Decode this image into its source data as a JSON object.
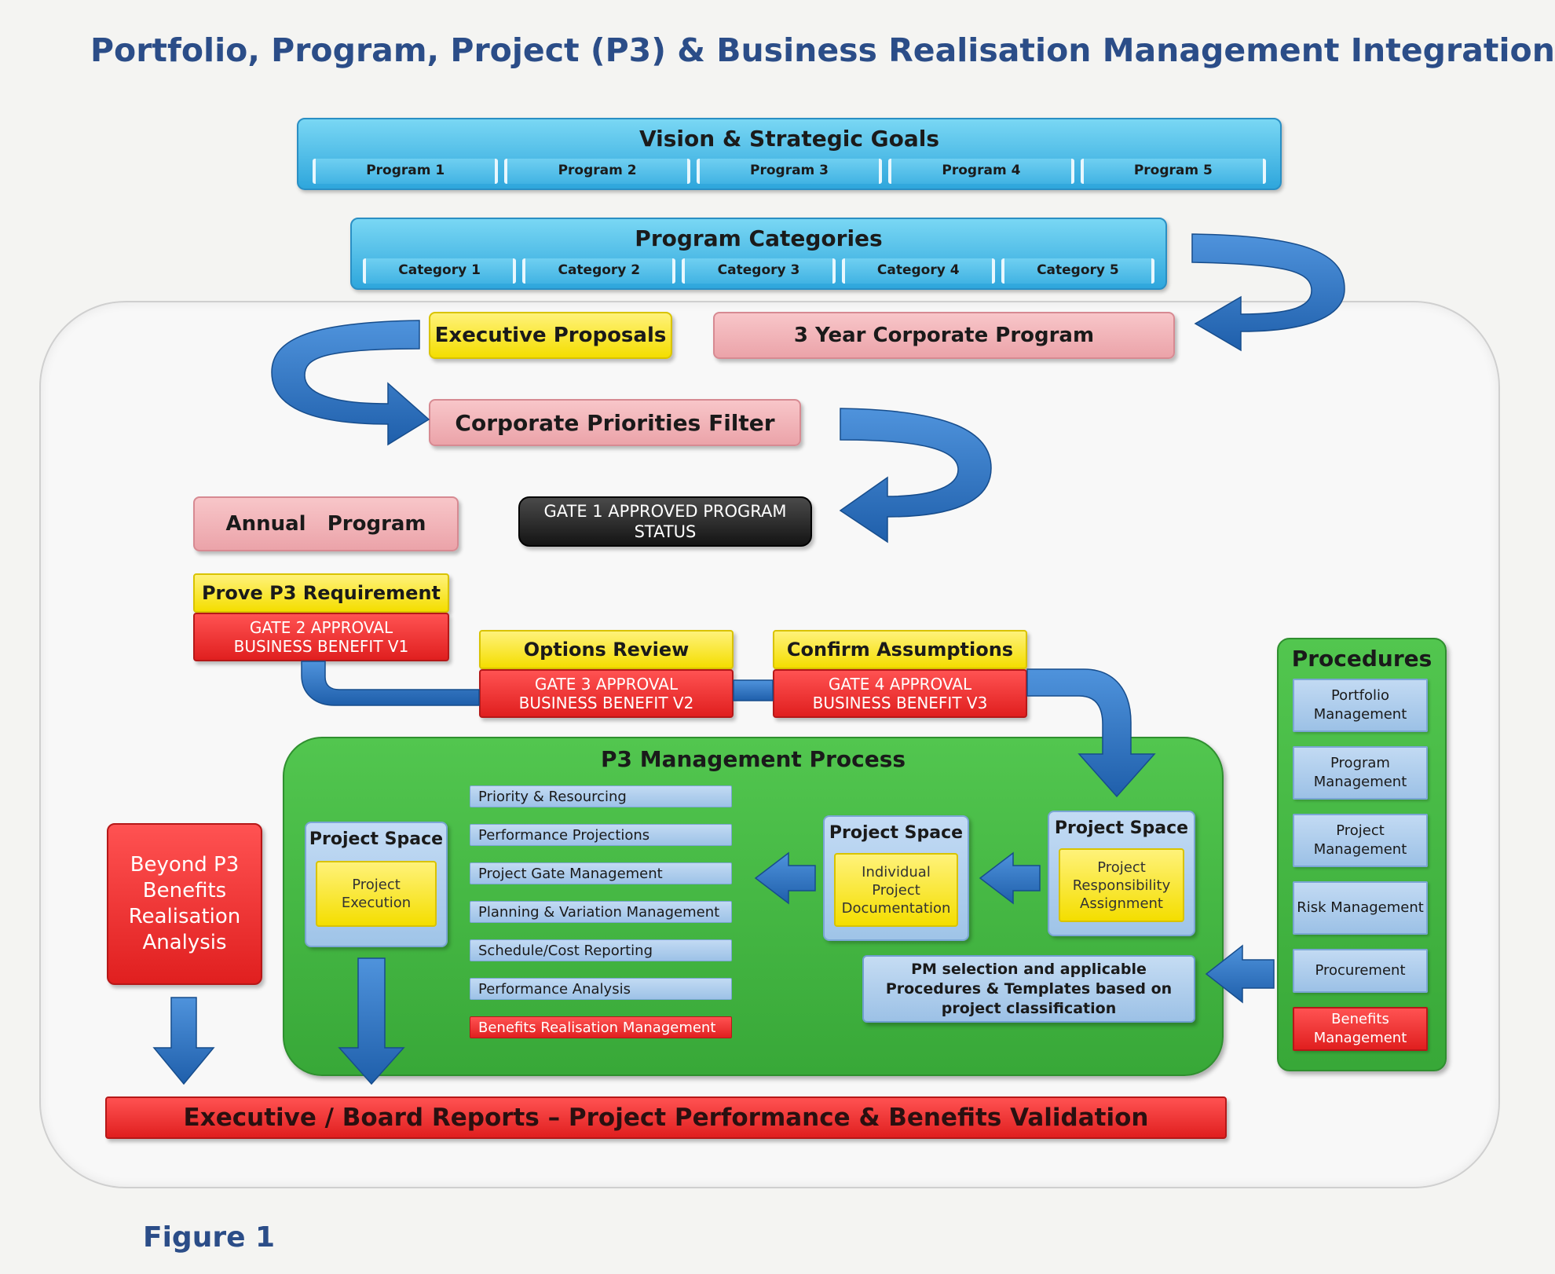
{
  "title": "Portfolio, Program, Project (P3) & Business Realisation Management Integration",
  "figure_label": "Figure 1",
  "vision": {
    "title": "Vision &  Strategic Goals",
    "programs": [
      "Program 1",
      "Program 2",
      "Program 3",
      "Program 4",
      "Program 5"
    ]
  },
  "categories": {
    "title": "Program Categories",
    "items": [
      "Category 1",
      "Category 2",
      "Category 3",
      "Category 4",
      "Category 5"
    ]
  },
  "executive_proposals": "Executive Proposals",
  "corporate_program": "3 Year  Corporate Program",
  "priorities_filter": "Corporate Priorities Filter",
  "annual_program": "Annual   Program",
  "gate1": "GATE 1  APPROVED PROGRAM STATUS",
  "gates": [
    {
      "header": "Prove P3 Requirement",
      "line1": "GATE 2 APPROVAL",
      "line2": "BUSINESS BENEFIT V1"
    },
    {
      "header": "Options Review",
      "line1": "GATE 3 APPROVAL",
      "line2": "BUSINESS BENEFIT V2"
    },
    {
      "header": "Confirm Assumptions",
      "line1": "GATE 4 APPROVAL",
      "line2": "BUSINESS BENEFIT V3"
    }
  ],
  "p3": {
    "title": "P3 Management Process",
    "list": [
      "Priority & Resourcing",
      "Performance Projections",
      "Project Gate Management",
      "Planning & Variation Management",
      "Schedule/Cost Reporting",
      "Performance Analysis",
      "Benefits Realisation Management"
    ],
    "spaces": [
      {
        "title": "Project Space",
        "inner": "Project Execution"
      },
      {
        "title": "Project Space",
        "inner": "Individual Project Documentation"
      },
      {
        "title": "Project Space",
        "inner": "Project Responsibility Assignment"
      }
    ],
    "pm_selection": "PM selection and applicable Procedures &  Templates based on project classification"
  },
  "procedures": {
    "title": "Procedures",
    "items": [
      "Portfolio Management",
      "Program Management",
      "Project Management",
      "Risk Management",
      "Procurement",
      "Benefits Management"
    ]
  },
  "beyond": "Beyond P3 Benefits Realisation Analysis",
  "executive_reports": "Executive / Board Reports – Project Performance & Benefits Validation",
  "colors": {
    "title_blue": "#2b4d88",
    "band_blue": "#2ea6dc",
    "arrow_blue": "#2f74c4",
    "yellow": "#f4de00",
    "pink": "#eba3a9",
    "red": "#e01f1f",
    "green": "#38a838"
  }
}
